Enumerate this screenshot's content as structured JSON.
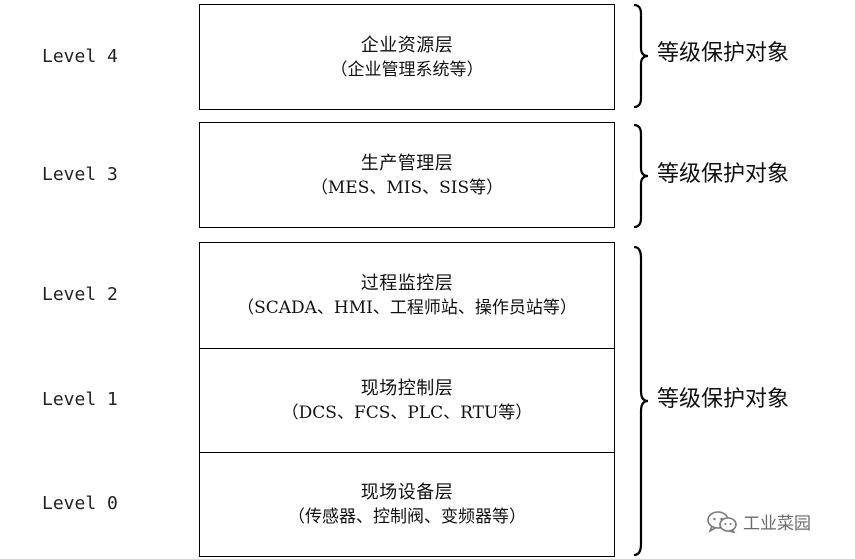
{
  "levels": [
    {
      "label": "Level 4"
    },
    {
      "label": "Level 3"
    },
    {
      "label": "Level 2"
    },
    {
      "label": "Level 1"
    },
    {
      "label": "Level 0"
    }
  ],
  "layers": [
    {
      "name": "企业资源层",
      "desc": "（企业管理系统等）"
    },
    {
      "name": "生产管理层",
      "desc": "（MES、MIS、SIS等）"
    },
    {
      "name": "过程监控层",
      "desc": "（SCADA、HMI、工程师站、操作员站等）"
    },
    {
      "name": "现场控制层",
      "desc": "（DCS、FCS、PLC、RTU等）"
    },
    {
      "name": "现场设备层",
      "desc": "（传感器、控制阀、变频器等）"
    }
  ],
  "protection_groups": [
    {
      "label": "等级保护对象"
    },
    {
      "label": "等级保护对象"
    },
    {
      "label": "等级保护对象"
    }
  ],
  "watermark": {
    "text": "工业菜园",
    "icon": "wechat-icon"
  }
}
